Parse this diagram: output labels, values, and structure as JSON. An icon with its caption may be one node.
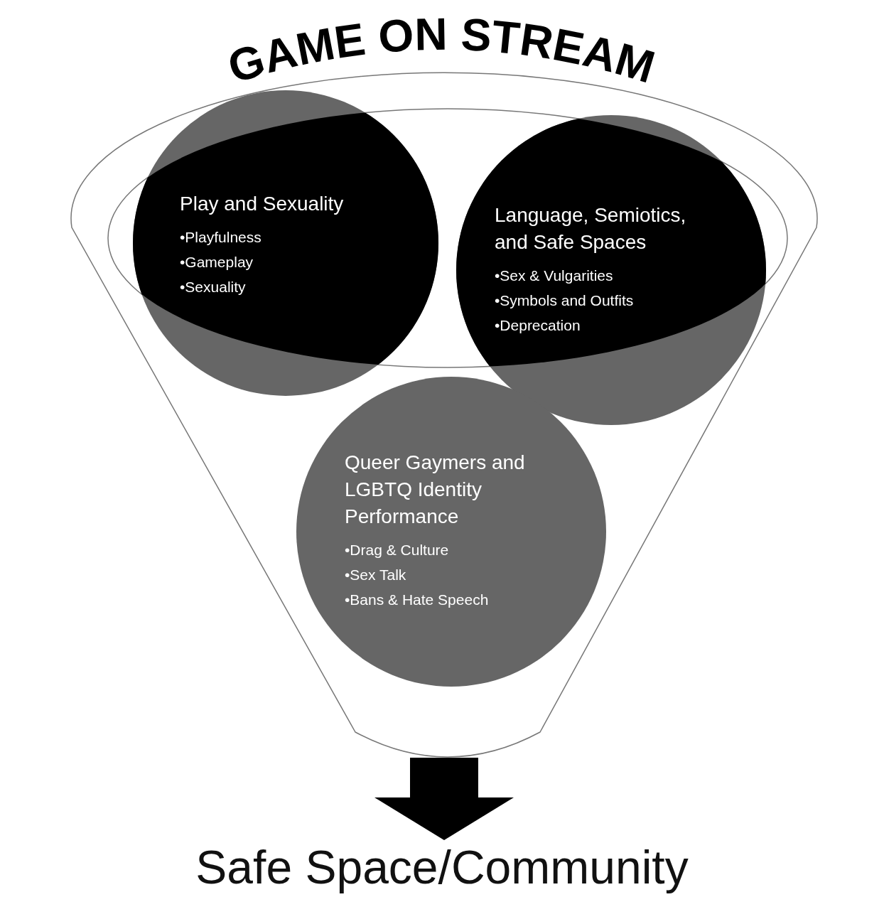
{
  "diagram": {
    "title": "GAME ON STREAM",
    "nodes": [
      {
        "text": [],
        "shape": "funnel"
      },
      {
        "text": [
          "Play and Sexuality",
          "•Playfulness",
          "•Gameplay",
          "•Sexuality"
        ],
        "in": 0
      },
      {
        "text": [
          "Language, Semiotics, and Safe Spaces",
          "•Sex & Vulgarities",
          "•Symbols and Outfits",
          "•Deprecation"
        ],
        "in": 0
      },
      {
        "text": [
          "Queer Gaymers and LGBTQ Identity Performance",
          "•Drag & Culture",
          "•Sex Talk",
          "•Bans & Hate Speech"
        ],
        "in": 0
      },
      {
        "text": [
          "Safe Space/Community"
        ]
      }
    ],
    "edges": [
      {
        "from": 0,
        "to": 4,
        "arrow": "to"
      }
    ]
  }
}
